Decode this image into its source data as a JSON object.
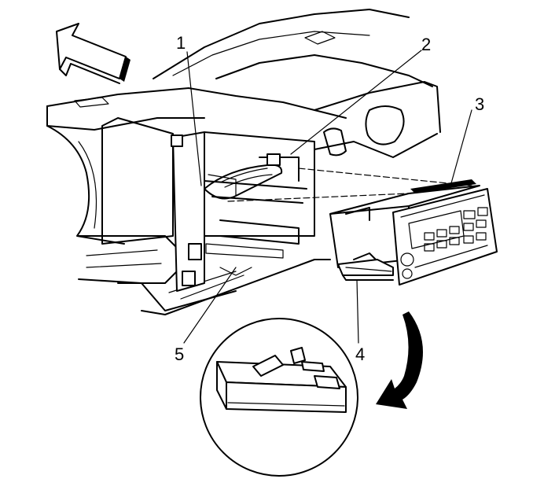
{
  "callouts": [
    {
      "id": "1",
      "text": "1"
    },
    {
      "id": "2",
      "text": "2"
    },
    {
      "id": "3",
      "text": "3"
    },
    {
      "id": "4",
      "text": "4"
    },
    {
      "id": "5",
      "text": "5"
    }
  ],
  "icons": {
    "direction_arrow": "forward-direction-arrow-icon",
    "detail_arrow": "curved-arrow-icon"
  },
  "colors": {
    "line": "#000000",
    "background": "#ffffff"
  }
}
